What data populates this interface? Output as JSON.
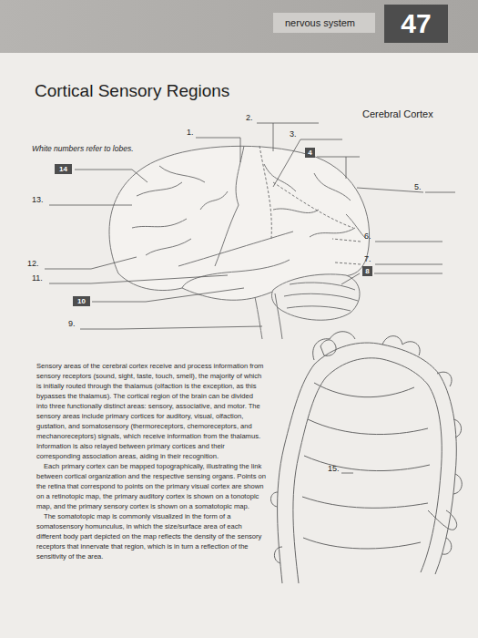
{
  "diagram": {
    "title": "Cortical Sensory Regions",
    "nodes": [
      {
        "text": [
          "47"
        ]
      },
      {
        "text": [
          "4"
        ]
      },
      {
        "text": [
          "14"
        ]
      },
      {
        "text": [
          "8"
        ]
      },
      {
        "text": [
          "10"
        ]
      }
    ],
    "labels": [
      "nervous system",
      "Cerebral Cortex",
      "2.",
      "1.",
      "3.",
      "White numbers refer to lobes.",
      "5.",
      "13.",
      "6.",
      "12.",
      "7.",
      "11.",
      "9.",
      "Sensory areas of the cerebral cortex receive and process information from sensory receptors (sound, sight, taste, touch, smell), the majority of which is initially routed through the thalamus (olfaction is the exception, as this bypasses the thalamus). The cortical region of the brain can be divided into three functionally distinct areas: sensory, associative, and motor. The sensory areas include primary cortices for auditory, visual, olfaction, gustation, and somatosensory (thermoreceptors, chemoreceptors, and mechanoreceptors) signals, which receive information from the thalamus. Information is also relayed between primary cortices and their corresponding association areas, aiding in their recognition.",
      "Each primary cortex can be mapped topographically, illustrating the link between cortical organization and the respective sensing organs. Points on the retina that correspond to points on the primary visual cortex are shown on a retinotopic map, the primary auditory cortex is shown on a tonotopic map, and the primary sensory cortex is shown on a somatotopic map.",
      "The somatotopic map is commonly visualized in the form of a somatosensory homunculus, in which the size/surface area of each different body part depicted on the map reflects the density of the sensory receptors that innervate that region, which is in turn a reflection of the sensitivity of the area.",
      "15."
    ]
  }
}
